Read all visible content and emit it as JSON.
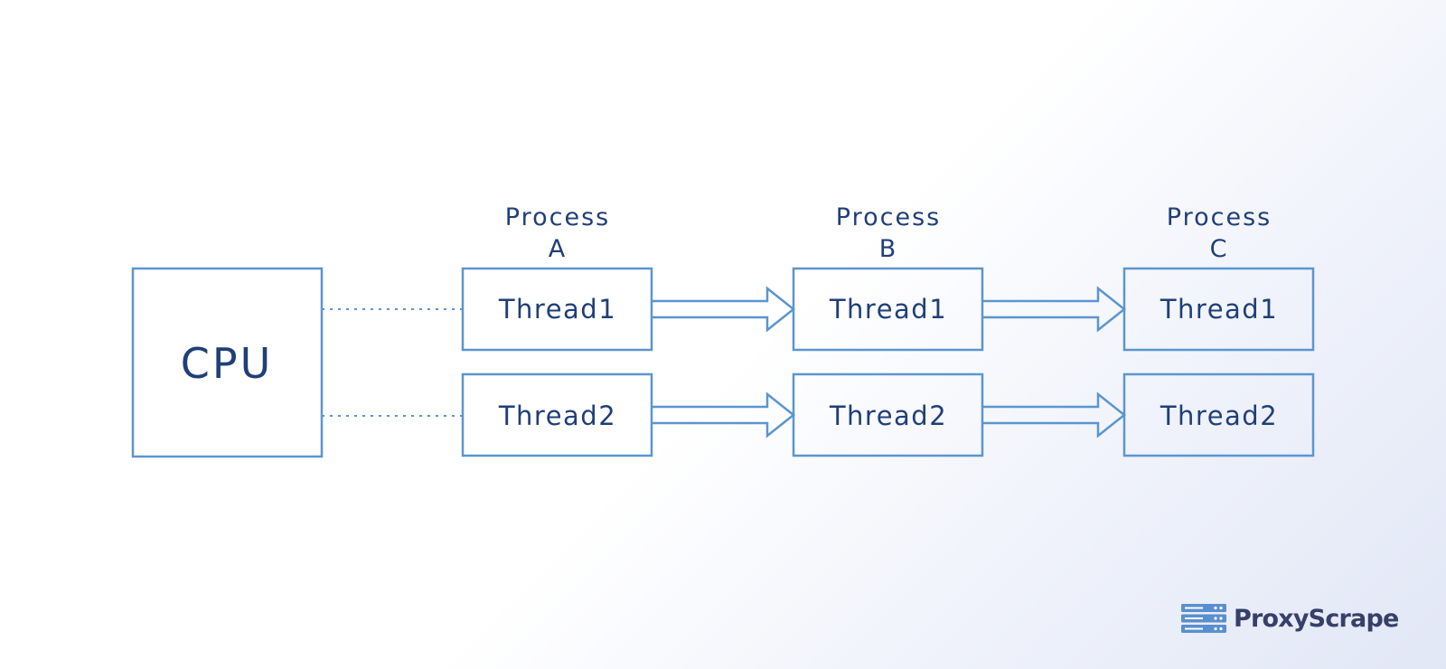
{
  "cpu": {
    "label": "CPU"
  },
  "processes": [
    {
      "title_line1": "Process",
      "title_line2": "A",
      "threads": [
        "Thread1",
        "Thread2"
      ]
    },
    {
      "title_line1": "Process",
      "title_line2": "B",
      "threads": [
        "Thread1",
        "Thread2"
      ]
    },
    {
      "title_line1": "Process",
      "title_line2": "C",
      "threads": [
        "Thread1",
        "Thread2"
      ]
    }
  ],
  "brand": {
    "name": "ProxyScrape",
    "icon": "server-stack-icon"
  },
  "colors": {
    "stroke": "#5b95d0",
    "text": "#1f3f78",
    "brand_text": "#36406a",
    "brand_icon": "#5a8fcf"
  }
}
